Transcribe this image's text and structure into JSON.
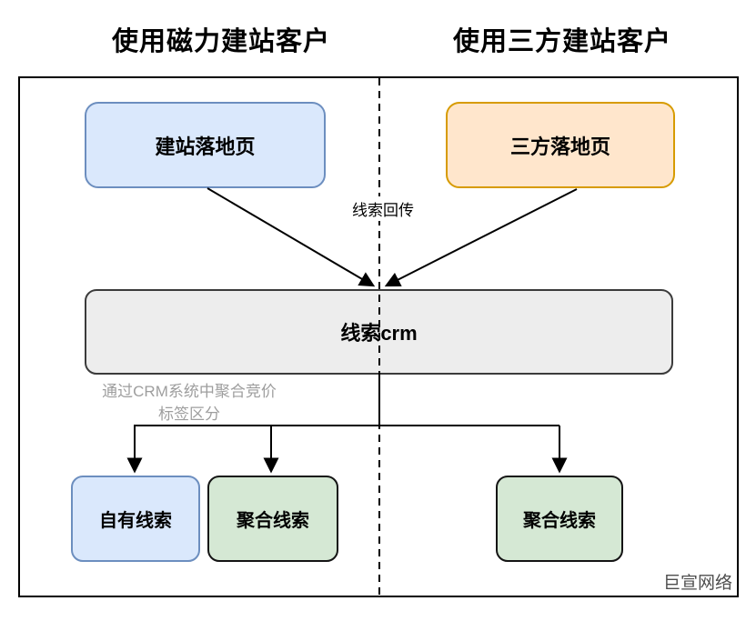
{
  "diagram": {
    "headers": {
      "left": "使用磁力建站客户",
      "right": "使用三方建站客户"
    },
    "top_boxes": {
      "left_label": "建站落地页",
      "right_label": "三方落地页"
    },
    "edge_label": "线索回传",
    "crm_box_label": "线索crm",
    "annotation": {
      "line1": "通过CRM系统中聚合竞价",
      "line2": "标签区分"
    },
    "bottom_boxes": {
      "own_label": "自有线索",
      "agg_left_label": "聚合线索",
      "agg_right_label": "聚合线索"
    },
    "watermark": "巨宣网络",
    "colors": {
      "blue_fill": "#dae8fc",
      "blue_border": "#6c8ebf",
      "orange_fill": "#ffe6cc",
      "orange_border": "#d79b00",
      "gray_fill": "#ededed",
      "gray_border": "#3b3b3b",
      "green_fill": "#d5e8d4",
      "green_border": "#141414",
      "annotation_text": "#9e9e9e",
      "line": "#000000"
    }
  }
}
